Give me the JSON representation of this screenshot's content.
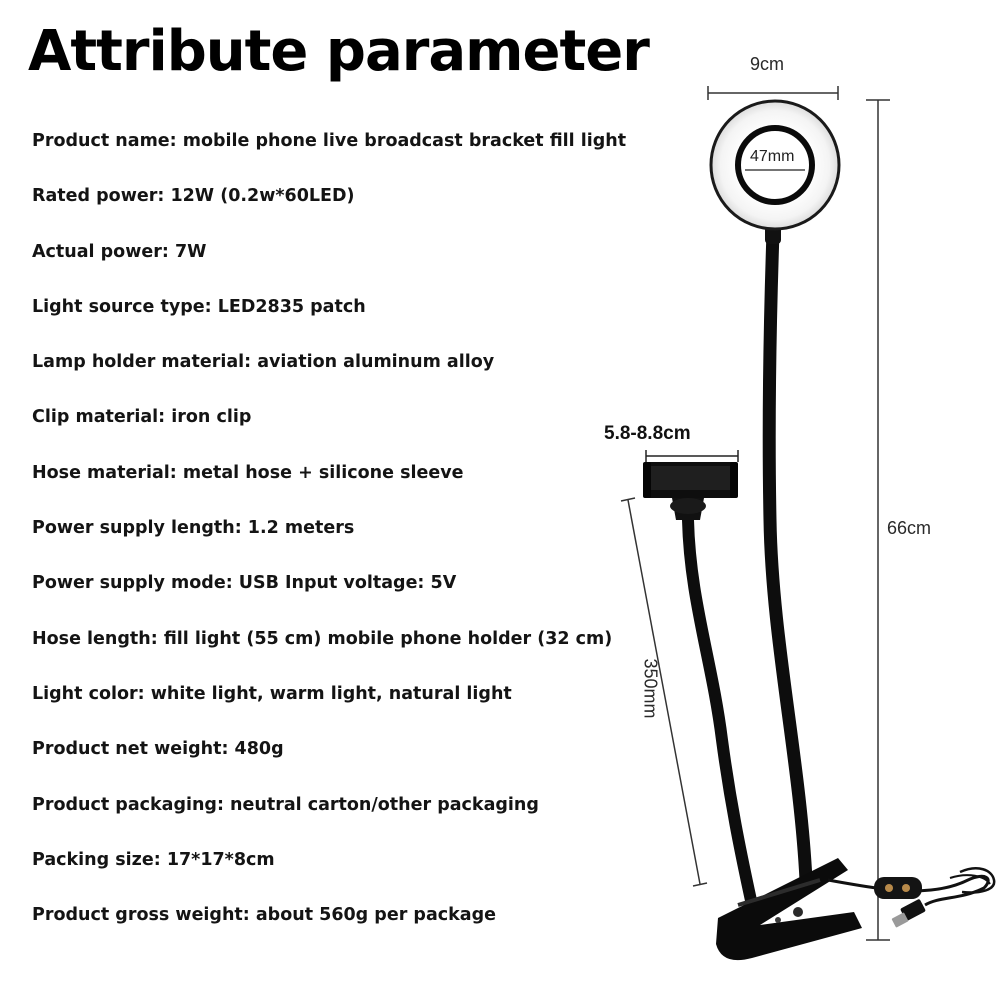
{
  "title": "Attribute parameter",
  "specs": [
    "Product name: mobile phone live broadcast bracket fill light",
    "Rated power: 12W (0.2w*60LED)",
    "Actual power: 7W",
    "Light source type: LED2835 patch",
    "Lamp holder material: aviation aluminum alloy",
    "Clip material: iron clip",
    "Hose material: metal hose + silicone sleeve",
    "Power supply length: 1.2 meters",
    "Power supply mode: USB Input voltage: 5V",
    "Hose length: fill light (55 cm) mobile phone holder (32 cm)",
    "Light color: white light, warm light, natural light",
    "Product net weight: 480g",
    "Product packaging: neutral carton/other packaging",
    "Packing size: 17*17*8cm",
    "Product gross weight: about 560g per package"
  ],
  "dimensions": {
    "ring_width": "9cm",
    "ring_inner": "47mm",
    "holder_width": "5.8-8.8cm",
    "total_height": "66cm",
    "arm_length": "350mm"
  }
}
